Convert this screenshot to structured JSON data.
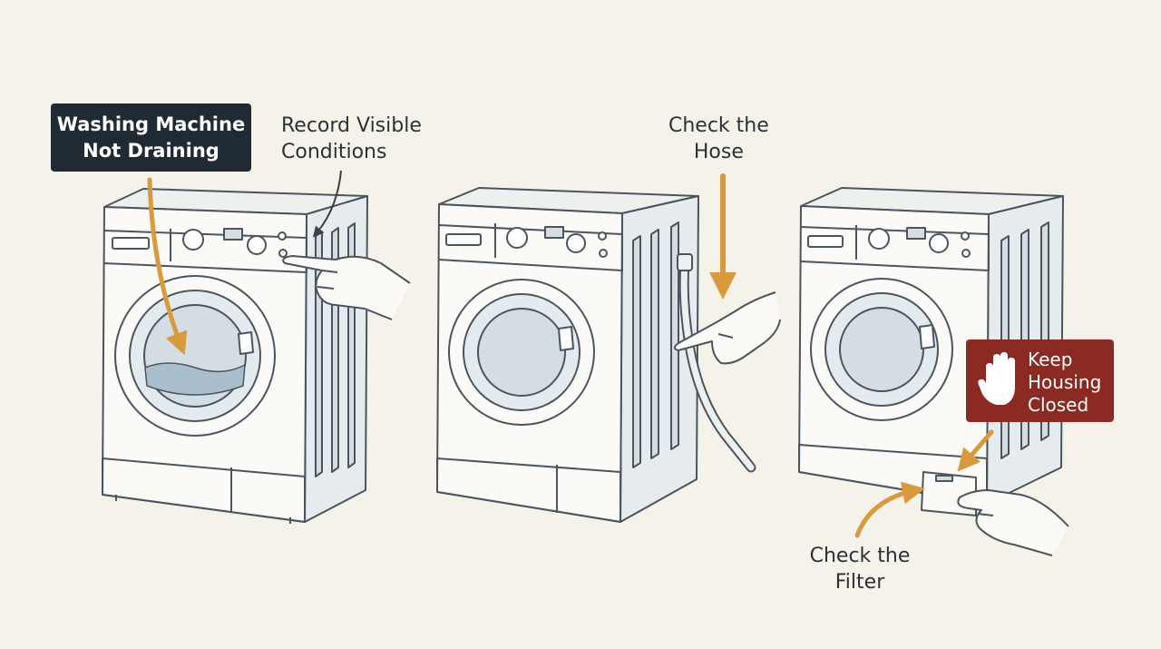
{
  "title": "Washing Machine\nNot Draining",
  "steps": {
    "record": "Record Visible\nConditions",
    "hose": "Check the\nHose",
    "filter": "Check the\nFilter"
  },
  "warning": {
    "text": "Keep\nHousing\nClosed",
    "icon": "stop-hand-icon"
  },
  "colors": {
    "background": "#f5f2ea",
    "title_box": "#1f2a33",
    "warning_box": "#8b2a22",
    "arrow": "#d99a3e",
    "line": "#4a5560",
    "machine_fill": "#fbfaf6",
    "side_fill": "#e6ebee"
  }
}
